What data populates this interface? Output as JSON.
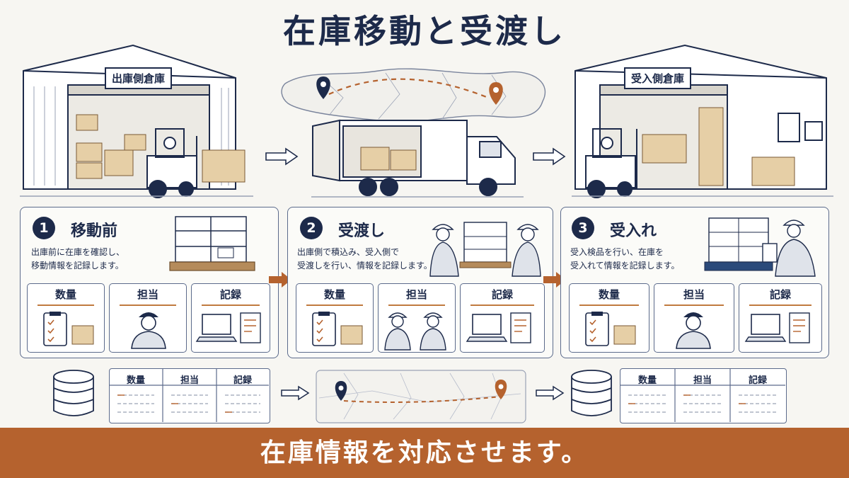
{
  "title": "在庫移動と受渡し",
  "warehouses": {
    "origin_sign": "出庫側倉庫",
    "destination_sign": "受入側倉庫"
  },
  "steps": [
    {
      "number": "1",
      "title": "移動前",
      "description": "出庫前に在庫を確認し、\n移動情報を記録します。",
      "cards": [
        "数量",
        "担当",
        "記録"
      ]
    },
    {
      "number": "2",
      "title": "受渡し",
      "description": "出庫側で積込み、受入側で\n受渡しを行い、情報を記録します。",
      "cards": [
        "数量",
        "担当",
        "記録"
      ]
    },
    {
      "number": "3",
      "title": "受入れ",
      "description": "受入検品を行い、在庫を\n受入れて情報を記録します。",
      "cards": [
        "数量",
        "担当",
        "記録"
      ]
    }
  ],
  "tables": {
    "left_headers": [
      "数量",
      "担当",
      "記録"
    ],
    "right_headers": [
      "数量",
      "担当",
      "記録"
    ]
  },
  "footer": "在庫情報を対応させます。",
  "colors": {
    "navy": "#1d2a4a",
    "accent": "#b5622e",
    "background": "#f7f6f2"
  }
}
